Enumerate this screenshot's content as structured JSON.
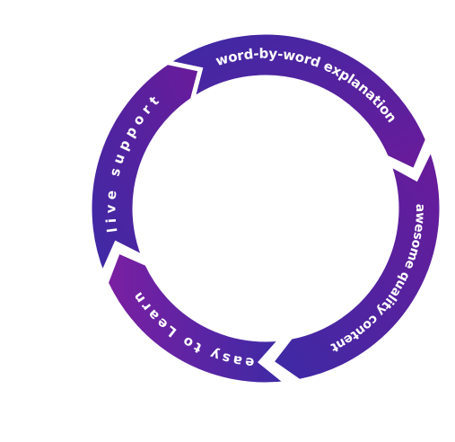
{
  "diagram": {
    "colors": {
      "primary": "#6a1b9a",
      "secondary": "#3d2aa5",
      "text": "#ffffff",
      "background": "#ffffff"
    },
    "segments": [
      {
        "label": "word-by-word explanation"
      },
      {
        "label": "awesome quality content"
      },
      {
        "label": "easy to Learn"
      },
      {
        "label": "live support"
      }
    ]
  }
}
